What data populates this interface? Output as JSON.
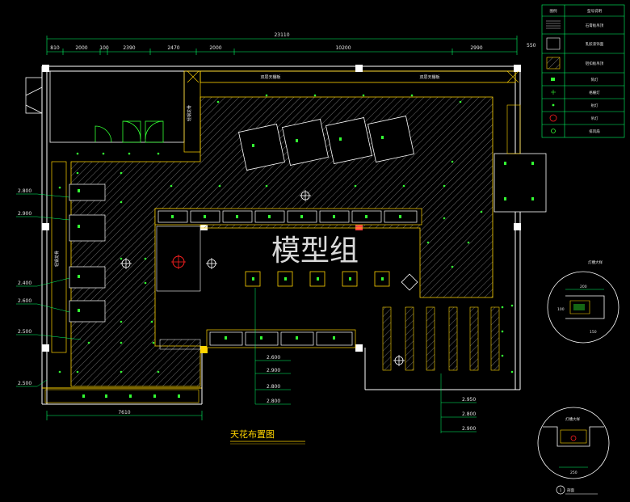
{
  "colors": {
    "background": "#000000",
    "wall": "#ffffff",
    "dimension": "#00ff66",
    "fixture": "#ffd400",
    "fixture_fill": "#33ff33",
    "hatch": "#7a7a7a",
    "accent_red": "#ff2020",
    "accent_blue": "#00a0ff"
  },
  "drawing": {
    "title": "天花布置图",
    "watermark": "模型组",
    "overall_width": "23110",
    "right_offset": "550",
    "bottom_width": "7610",
    "top_segments": [
      "810",
      "2000",
      "100",
      "2390",
      "2470",
      "2000",
      "10200",
      "2990"
    ],
    "ceiling_text_a": "双层天棚板",
    "ceiling_text_b": "双层天棚板",
    "vertical_note_left": "轻钢龙骨",
    "vertical_note_right": "轻钢龙骨",
    "left_levels": [
      "2.800",
      "2.900",
      "2.400",
      "2.600",
      "2.500",
      "2.500"
    ],
    "center_levels": [
      "2.600",
      "2.900",
      "2.800",
      "2.800"
    ],
    "right_levels": [
      "2.950",
      "2.800",
      "2.900"
    ]
  },
  "legend": {
    "header_icon": "图例",
    "header_desc": "型号说明",
    "rows": [
      {
        "icon": "lines-icon",
        "desc": "石膏板吊顶"
      },
      {
        "icon": "box-icon",
        "desc": "乳胶漆饰面"
      },
      {
        "icon": "hatch-icon",
        "desc": "铝扣板吊顶"
      },
      {
        "icon": "spot-icon",
        "desc": "筒灯"
      },
      {
        "icon": "cross-icon",
        "desc": "格栅灯"
      },
      {
        "icon": "dot-icon",
        "desc": "射灯"
      },
      {
        "icon": "star-icon",
        "desc": "吊灯"
      },
      {
        "icon": "fan-icon",
        "desc": "排风扇"
      }
    ]
  },
  "details": {
    "detail_1_label": "灯槽大样",
    "detail_1_dims": [
      "200",
      "100",
      "150"
    ],
    "detail_2_label": "灯槽大样",
    "detail_2_dims": [
      "250"
    ],
    "detail_number": "1",
    "detail_caption": "剖面"
  }
}
